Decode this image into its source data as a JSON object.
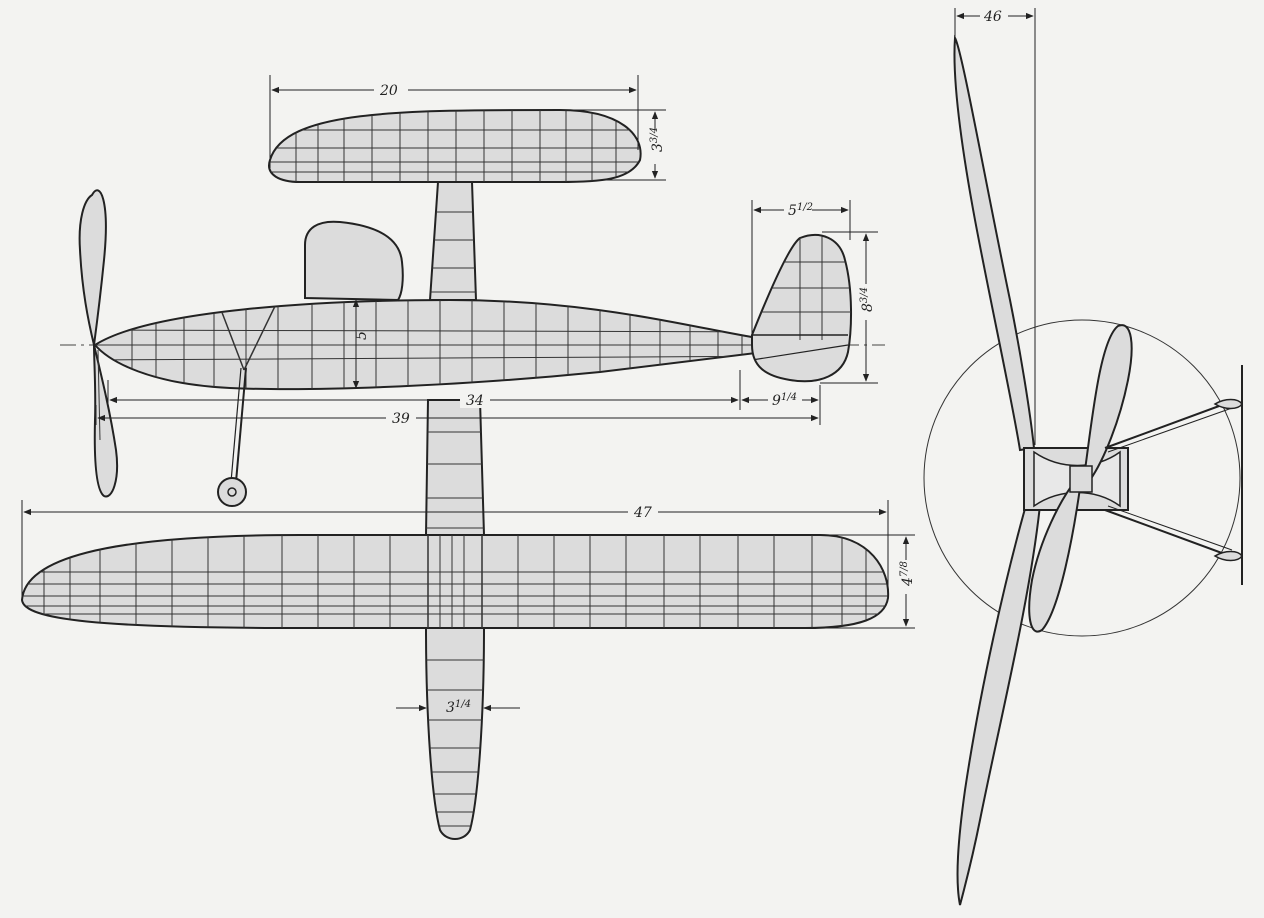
{
  "diagram": {
    "dimensions": {
      "stab_span": "20",
      "stab_chord_whole": "3",
      "stab_chord_num": "3",
      "stab_chord_den": "4",
      "fin_width_whole": "5",
      "fin_width_num": "1",
      "fin_width_den": "2",
      "fin_height_whole": "8",
      "fin_height_num": "3",
      "fin_height_den": "4",
      "fuselage_depth": "5",
      "motor_base": "34",
      "overall_length": "39",
      "tail_length_whole": "9",
      "tail_length_num": "1",
      "tail_length_den": "4",
      "wing_span": "47",
      "wing_chord_whole": "4",
      "wing_chord_num": "7",
      "wing_chord_den": "8",
      "fuselage_width_whole": "3",
      "fuselage_width_num": "1",
      "fuselage_width_den": "4",
      "prop_width": "46"
    },
    "colors": {
      "paper": "#f3f3f1",
      "ink": "#222222",
      "covering": "#dcdcdc"
    }
  }
}
